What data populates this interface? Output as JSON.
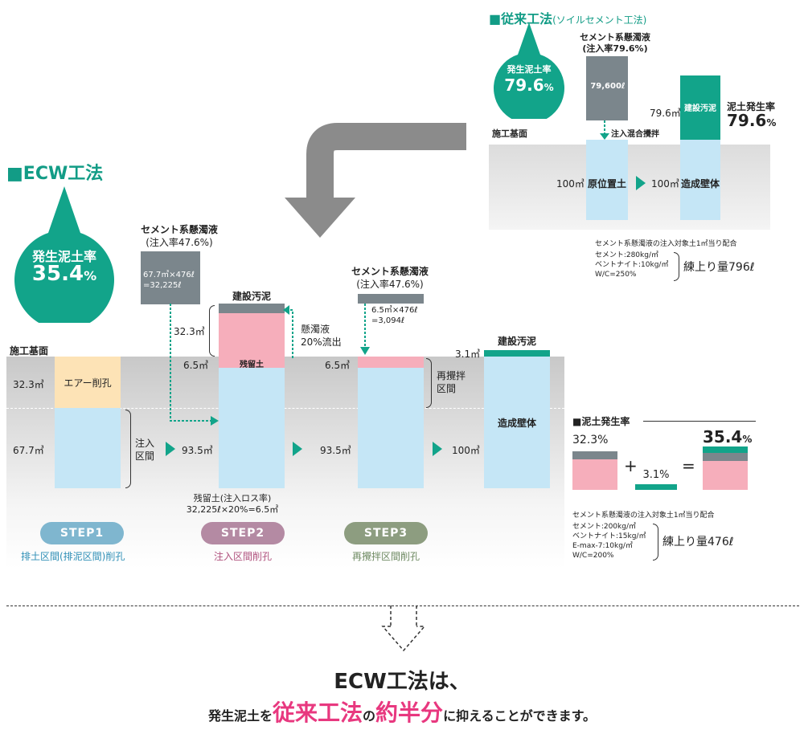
{
  "conventional": {
    "title": "■従来工法",
    "subtitle": "(ソイルセメント工法)",
    "badge_label": "発生泥土率",
    "badge_value": "79.6",
    "badge_unit": "%",
    "slurry_title": "セメント系懸濁液",
    "slurry_rate": "(注入率79.6%)",
    "slurry_volume": "79,600ℓ",
    "mix_label": "注入混合攪拌",
    "base_label": "施工基面",
    "vol_left": "100㎥",
    "soil_label": "原位置土",
    "vol_right": "100㎥",
    "wall_label": "造成壁体",
    "waste_vol": "79.6㎥",
    "waste_label": "建設汚泥",
    "rate_label": "泥土発生率",
    "rate_value": "79.6",
    "rate_unit": "%",
    "mix_title": "セメント系懸濁液の注入対象土1㎥当り配合",
    "mix_lines": [
      "セメント:280kg/㎥",
      "ベントナイト:10kg/㎥",
      "W/C=250%"
    ],
    "mix_total": "練上り量796ℓ"
  },
  "ecw": {
    "title": "■ECW工法",
    "badge_label": "発生泥土率",
    "badge_value": "35.4",
    "badge_unit": "%",
    "slurry1_title": "セメント系懸濁液",
    "slurry1_rate": "(注入率47.6%)",
    "slurry1_calc1": "67.7㎥×476ℓ",
    "slurry1_calc2": "=32,225ℓ",
    "base_label": "施工基面",
    "step1_top_vol": "32.3㎥",
    "step1_air_label": "エアー削孔",
    "step1_bottom_vol": "67.7㎥",
    "inject_section": "注入区間",
    "step2_waste_label": "建設汚泥",
    "step2_waste_vol": "32.3㎥",
    "step2_residual_vol": "6.5㎥",
    "step2_residual_label": "残留土",
    "step2_outflow": "懸濁液",
    "step2_outflow2": "20%流出",
    "step2_vol": "93.5㎥",
    "step2_note1": "残留土(注入ロス率)",
    "step2_note2": "32,225ℓ×20%=6.5㎥",
    "slurry2_title": "セメント系懸濁液",
    "slurry2_rate": "(注入率47.6%)",
    "slurry2_calc1": "6.5㎥×476ℓ",
    "slurry2_calc2": "=3,094ℓ",
    "step3_top_vol": "6.5㎥",
    "step3_vol": "93.5㎥",
    "restir_section": "再攪拌区間",
    "final_waste_label": "建設汚泥",
    "final_waste_vol": "3.1㎥",
    "final_wall_label": "造成壁体",
    "final_vol": "100㎥",
    "steps": [
      {
        "name": "STEP1",
        "desc": "排土区間(排泥区間)削孔",
        "color": "#7fb6cf",
        "desc_color": "#2f8fb6"
      },
      {
        "name": "STEP2",
        "desc": "注入区間削孔",
        "color": "#b48aa3",
        "desc_color": "#b0527e"
      },
      {
        "name": "STEP3",
        "desc": "再攪拌区間削孔",
        "color": "#8d9d80",
        "desc_color": "#6e8a62"
      }
    ],
    "rate_title": "■泥土発生率",
    "rate_a": "32.3%",
    "rate_plus": "+",
    "rate_b": "3.1%",
    "rate_eq": "=",
    "rate_total": "35.4",
    "rate_total_unit": "%",
    "mix_title": "セメント系懸濁液の注入対象土1㎥当り配合",
    "mix_lines": [
      "セメント:200kg/㎥",
      "ベントナイト:15kg/㎥",
      "E-max-7:10kg/㎥",
      "W/C=200%"
    ],
    "mix_total": "練上り量476ℓ"
  },
  "conclusion": {
    "line1": "ECW工法は、",
    "line2_a": "発生泥土を",
    "line2_b": "従来工法",
    "line2_c": "の",
    "line2_d": "約半分",
    "line2_e": "に抑えることができます。"
  },
  "colors": {
    "teal": "#12a48a",
    "pink": "#f6aebb",
    "lightblue": "#c5e6f6",
    "gray": "#7b868c",
    "accent_pink": "#e8387f"
  }
}
